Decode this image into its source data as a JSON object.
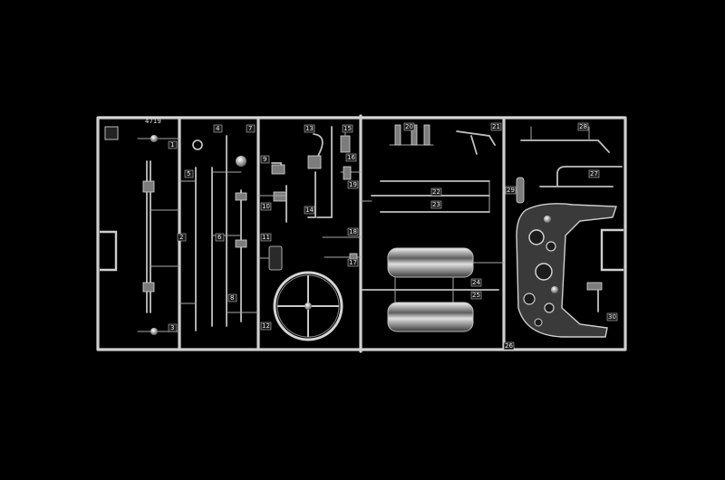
{
  "sprue": {
    "code": "4719",
    "part_numbers": [
      "1",
      "2",
      "3",
      "4",
      "5",
      "6",
      "7",
      "8",
      "9",
      "10",
      "11",
      "12",
      "13",
      "14",
      "15",
      "16",
      "17",
      "18",
      "19",
      "20",
      "21",
      "22",
      "23",
      "24",
      "25",
      "26",
      "27",
      "28",
      "29",
      "30"
    ],
    "colors": {
      "background": "#000000",
      "plastic": "#cfcfcf",
      "shadow": "#2a2a2a"
    }
  }
}
